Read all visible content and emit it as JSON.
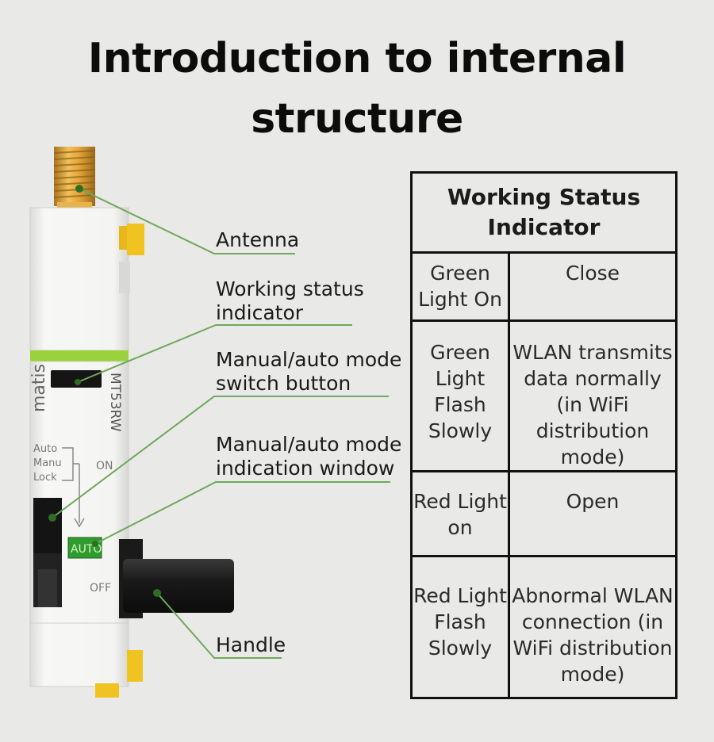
{
  "title": {
    "line1": "Introduction to internal",
    "line2": "structure"
  },
  "device": {
    "brand": "matis",
    "model": "MT53RW",
    "mode_labels": [
      "Auto",
      "Manu",
      "Lock"
    ],
    "on_label": "ON",
    "off_label": "OFF",
    "window_text": "AUTO",
    "accent_color": "#9bd13a",
    "body_color": "#f6f6f4"
  },
  "callouts": {
    "antenna": "Antenna",
    "status_indicator_l1": "Working status",
    "status_indicator_l2": "indicator",
    "switch_button_l1": "Manual/auto mode",
    "switch_button_l2": "switch button",
    "indication_window_l1": "Manual/auto mode",
    "indication_window_l2": "indication window",
    "handle": "Handle",
    "line_color": "#6fa85a"
  },
  "table": {
    "header": "Working Status Indicator",
    "rows": [
      {
        "state": "Green Light On",
        "meaning": "Close"
      },
      {
        "state": "Green Light Flash Slowly",
        "meaning": "WLAN transmits data normally (in WiFi distribution mode)"
      },
      {
        "state": "Red Light on",
        "meaning": "Open"
      },
      {
        "state": "Red Light Flash Slowly",
        "meaning": "Abnormal WLAN connection (in WiFi distribution mode)"
      }
    ]
  }
}
